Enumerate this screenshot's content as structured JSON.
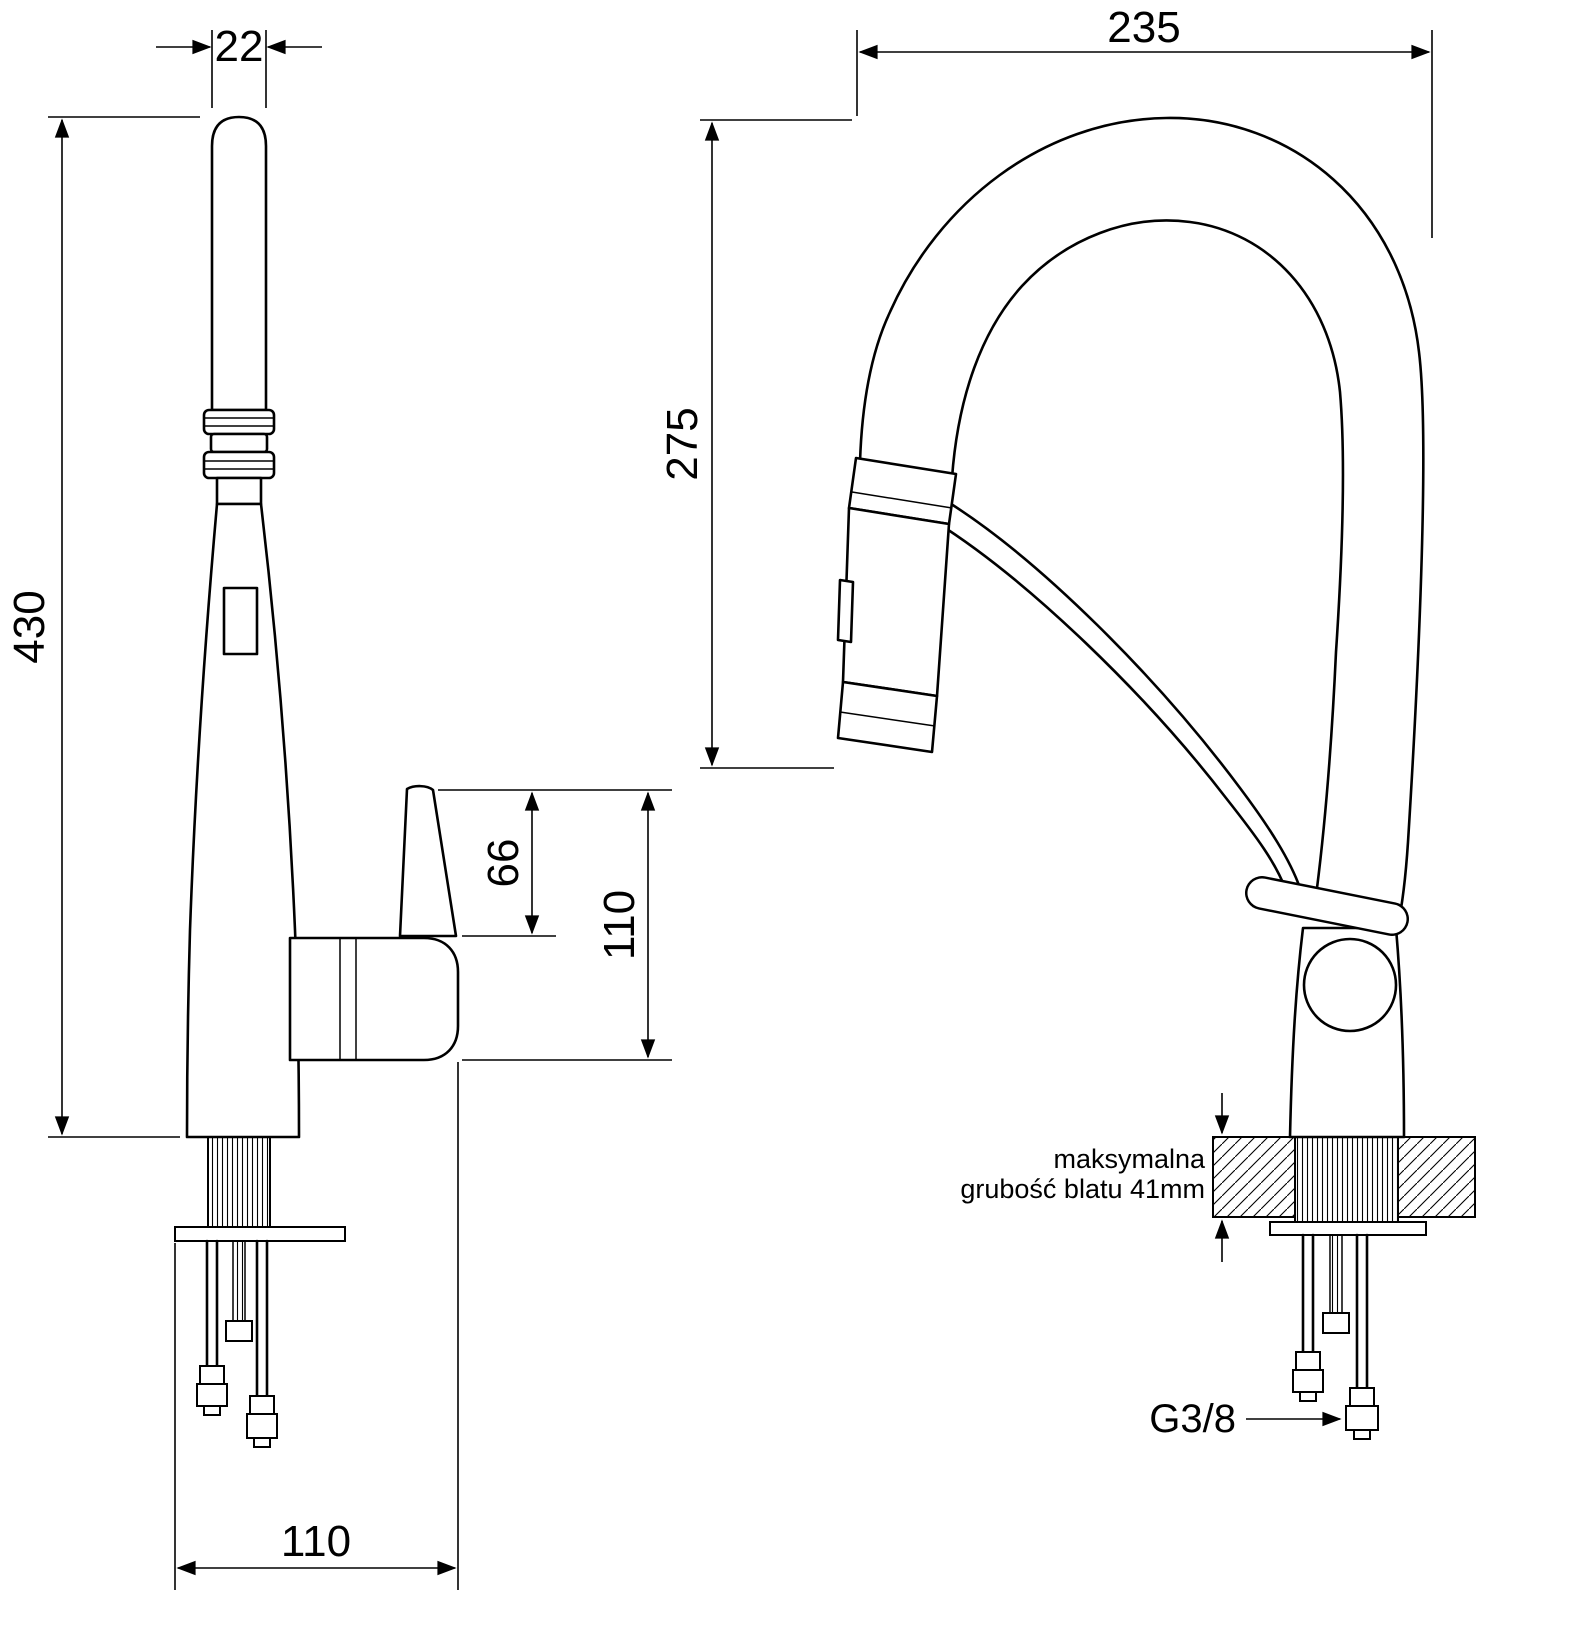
{
  "drawing": {
    "kind": "kitchen faucet installation dimension drawing"
  },
  "left_view": {
    "dim_spout_width": "22",
    "dim_total_height": "430",
    "dim_handle_drop": "66",
    "dim_body_height": "110",
    "dim_base_width": "110"
  },
  "right_view": {
    "dim_spout_reach": "235",
    "dim_spout_height": "275",
    "counter_note_line1": "maksymalna",
    "counter_note_line2": "grubość blatu 41mm",
    "thread_label": "G3/8"
  }
}
